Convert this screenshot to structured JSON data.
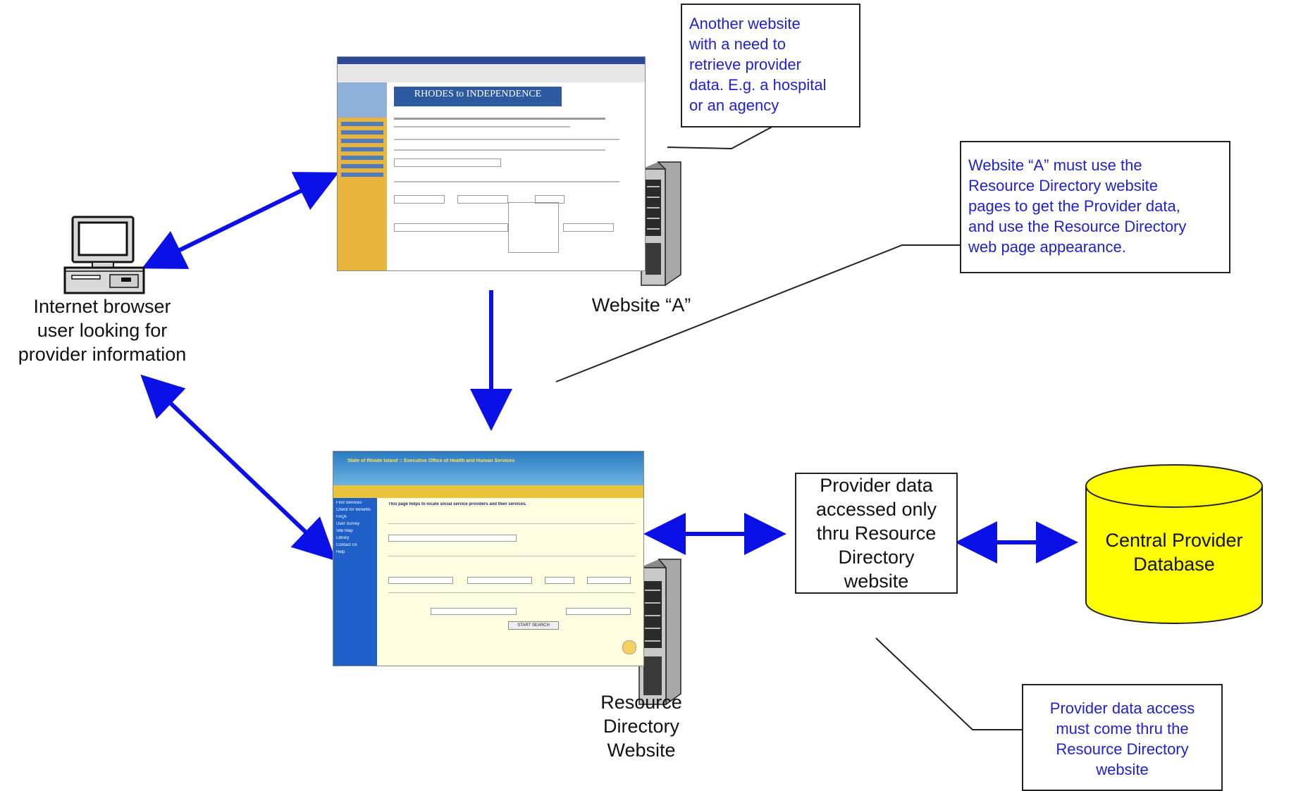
{
  "user": {
    "label_lines": [
      "Internet browser",
      "user looking for",
      "provider information"
    ]
  },
  "website_a": {
    "label": "Website “A”",
    "screenshot": {
      "banner_title": "RHODES to INDEPENDENCE",
      "icons": [
        "browser-window",
        "server"
      ]
    }
  },
  "resource_directory": {
    "label_lines": [
      "Resource",
      "Directory",
      "Website"
    ],
    "screenshot": {
      "banner_title": "State of Rhode Island :: Executive Office of Health and Human Services",
      "heading": "This page helps to locate social service providers and their services.",
      "nav_items": [
        "Find Services",
        "Check for Benefits",
        "FAQs",
        "User Survey",
        "Site Map",
        "Library",
        "Contact Us",
        "Help"
      ],
      "search_button": "START SEARCH"
    }
  },
  "provider_access": {
    "label_lines": [
      "Provider data",
      "accessed only",
      "thru Resource",
      "Directory",
      "website"
    ]
  },
  "database": {
    "label_lines": [
      "Central Provider",
      "Database"
    ],
    "fill_color": "#ffff00"
  },
  "notes": {
    "another_website": [
      "Another website",
      "with a need to",
      "retrieve provider",
      "data.  E.g. a hospital",
      "or an agency"
    ],
    "website_a_rule": [
      "Website “A” must use the",
      "Resource Directory website",
      "pages to get the Provider data,",
      "and use the Resource Directory",
      "web page appearance."
    ],
    "provider_rule": [
      "Provider data access",
      "must come thru the",
      "Resource Directory",
      "website"
    ]
  },
  "colors": {
    "arrow": "#0a10e6",
    "note_text": "#1f1fd8"
  }
}
